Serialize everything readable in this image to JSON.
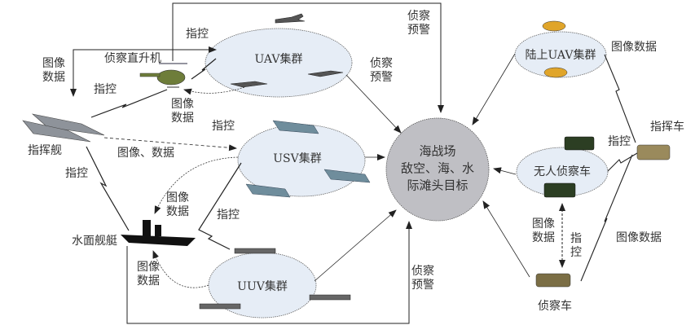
{
  "diagram": {
    "center_node": {
      "lines": [
        "海战场",
        "敌空、海、水",
        "际滩头目标"
      ]
    },
    "clusters": {
      "uav": "UAV集群",
      "usv": "USV集群",
      "uuv": "UUV集群",
      "land_uav": "陆上UAV集群",
      "unmanned_recon_vehicle": "无人侦察车"
    },
    "platforms": {
      "recon_helicopter": "侦察直升机",
      "command_ship": "指挥舰",
      "surface_vessel": "水面舰艇",
      "command_vehicle": "指挥车",
      "recon_vehicle": "侦察车"
    },
    "edge_labels": {
      "command_control": "指控",
      "image_data": "图像数据",
      "image_comma_data": "图像、数据",
      "recon_warning": "侦察预警"
    },
    "colors": {
      "cluster_fill": "#e6edf6",
      "center_fill": "#bfbfc4",
      "line": "#222222"
    }
  }
}
